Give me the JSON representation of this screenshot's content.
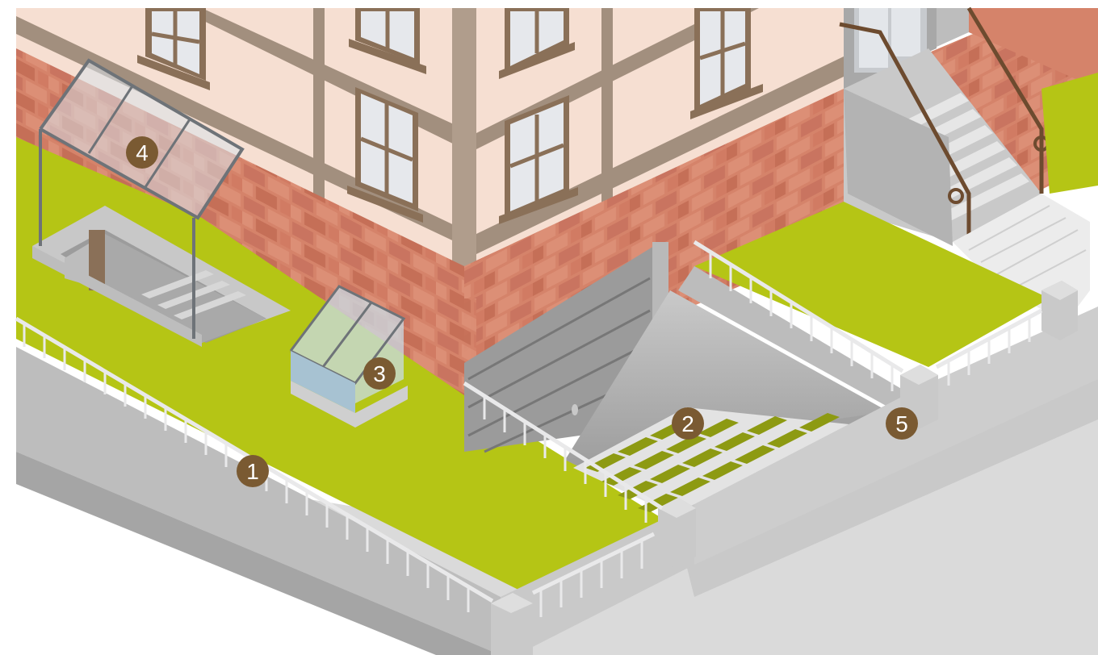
{
  "markers": [
    {
      "id": "marker-1",
      "label": "1"
    },
    {
      "id": "marker-2",
      "label": "2"
    },
    {
      "id": "marker-3",
      "label": "3"
    },
    {
      "id": "marker-4",
      "label": "4"
    },
    {
      "id": "marker-5",
      "label": "5"
    }
  ],
  "colors": {
    "facade": "#f6dfd2",
    "timber": "#a28f7e",
    "window_frame": "#8a7058",
    "window_glass": "#e6e8ec",
    "brick": "#d5836a",
    "brick_dark": "#c56f57",
    "mortar": "#cfa393",
    "grass": "#b5c515",
    "concrete_light": "#d9d9d9",
    "concrete_mid": "#bfbfbf",
    "concrete_dark": "#9d9d9d",
    "street": "#dadada",
    "garage_door": "#9b9b9b",
    "railing": "#e9e9ea",
    "handrail": "#6d4b2f",
    "marker": "#7a5a32",
    "grate": "#8d9a12"
  }
}
